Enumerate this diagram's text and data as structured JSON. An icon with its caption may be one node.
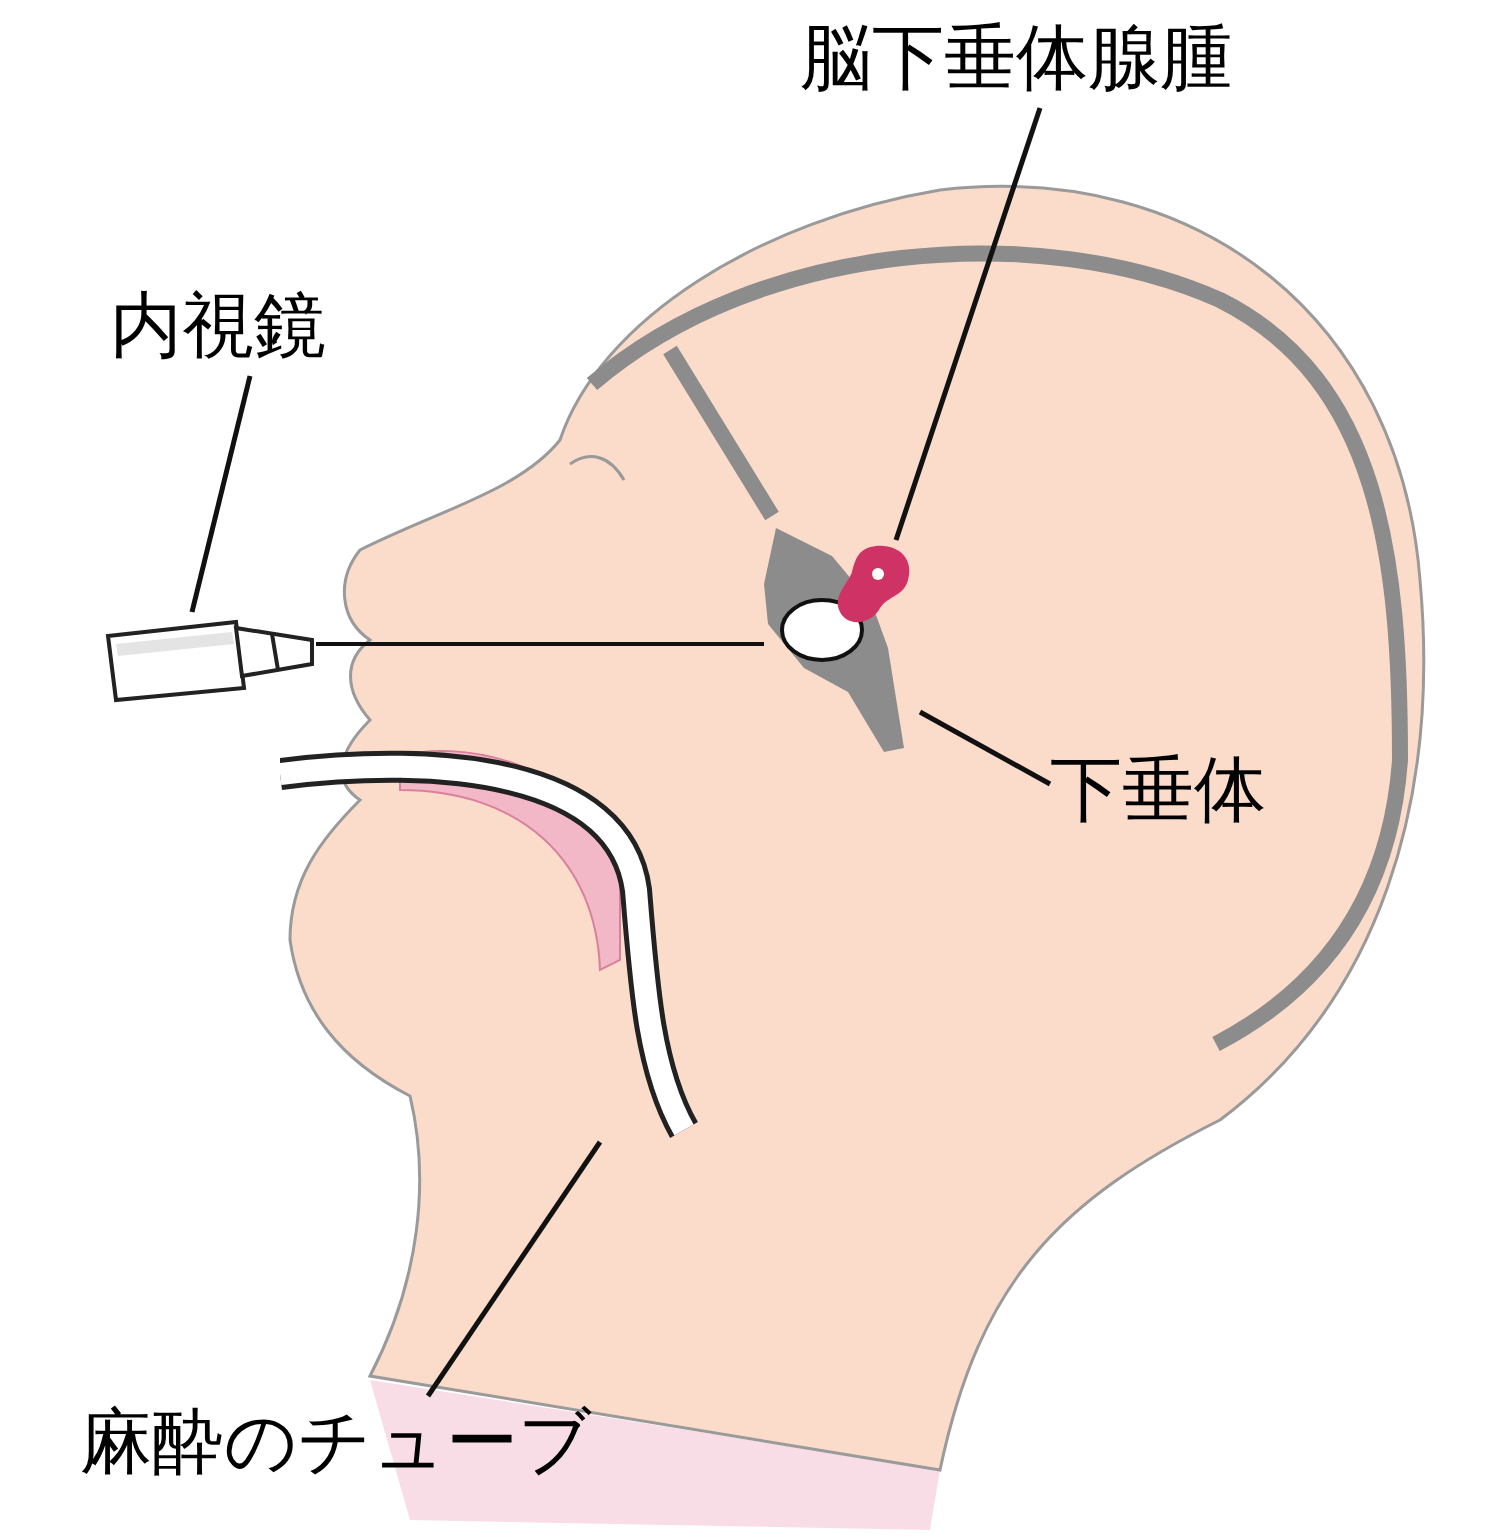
{
  "diagram": {
    "nodes": [
      {
        "text": [
          "脳下垂体腺腫"
        ]
      },
      {
        "text": [],
        "shape": "picture"
      },
      {
        "text": [
          "内視鏡"
        ]
      },
      {
        "text": [],
        "shape": "picture"
      },
      {
        "text": [
          "下垂体"
        ]
      },
      {
        "text": [],
        "shape": "picture"
      },
      {
        "text": [
          "麻酔のチューブ"
        ]
      },
      {
        "text": [],
        "shape": "picture"
      }
    ],
    "edges": [
      {
        "from": 0,
        "to": 1,
        "arrow": "none"
      },
      {
        "from": 2,
        "to": 3,
        "arrow": "none"
      },
      {
        "from": 4,
        "to": 5,
        "arrow": "none"
      },
      {
        "from": 6,
        "to": 7,
        "arrow": "none"
      }
    ]
  }
}
